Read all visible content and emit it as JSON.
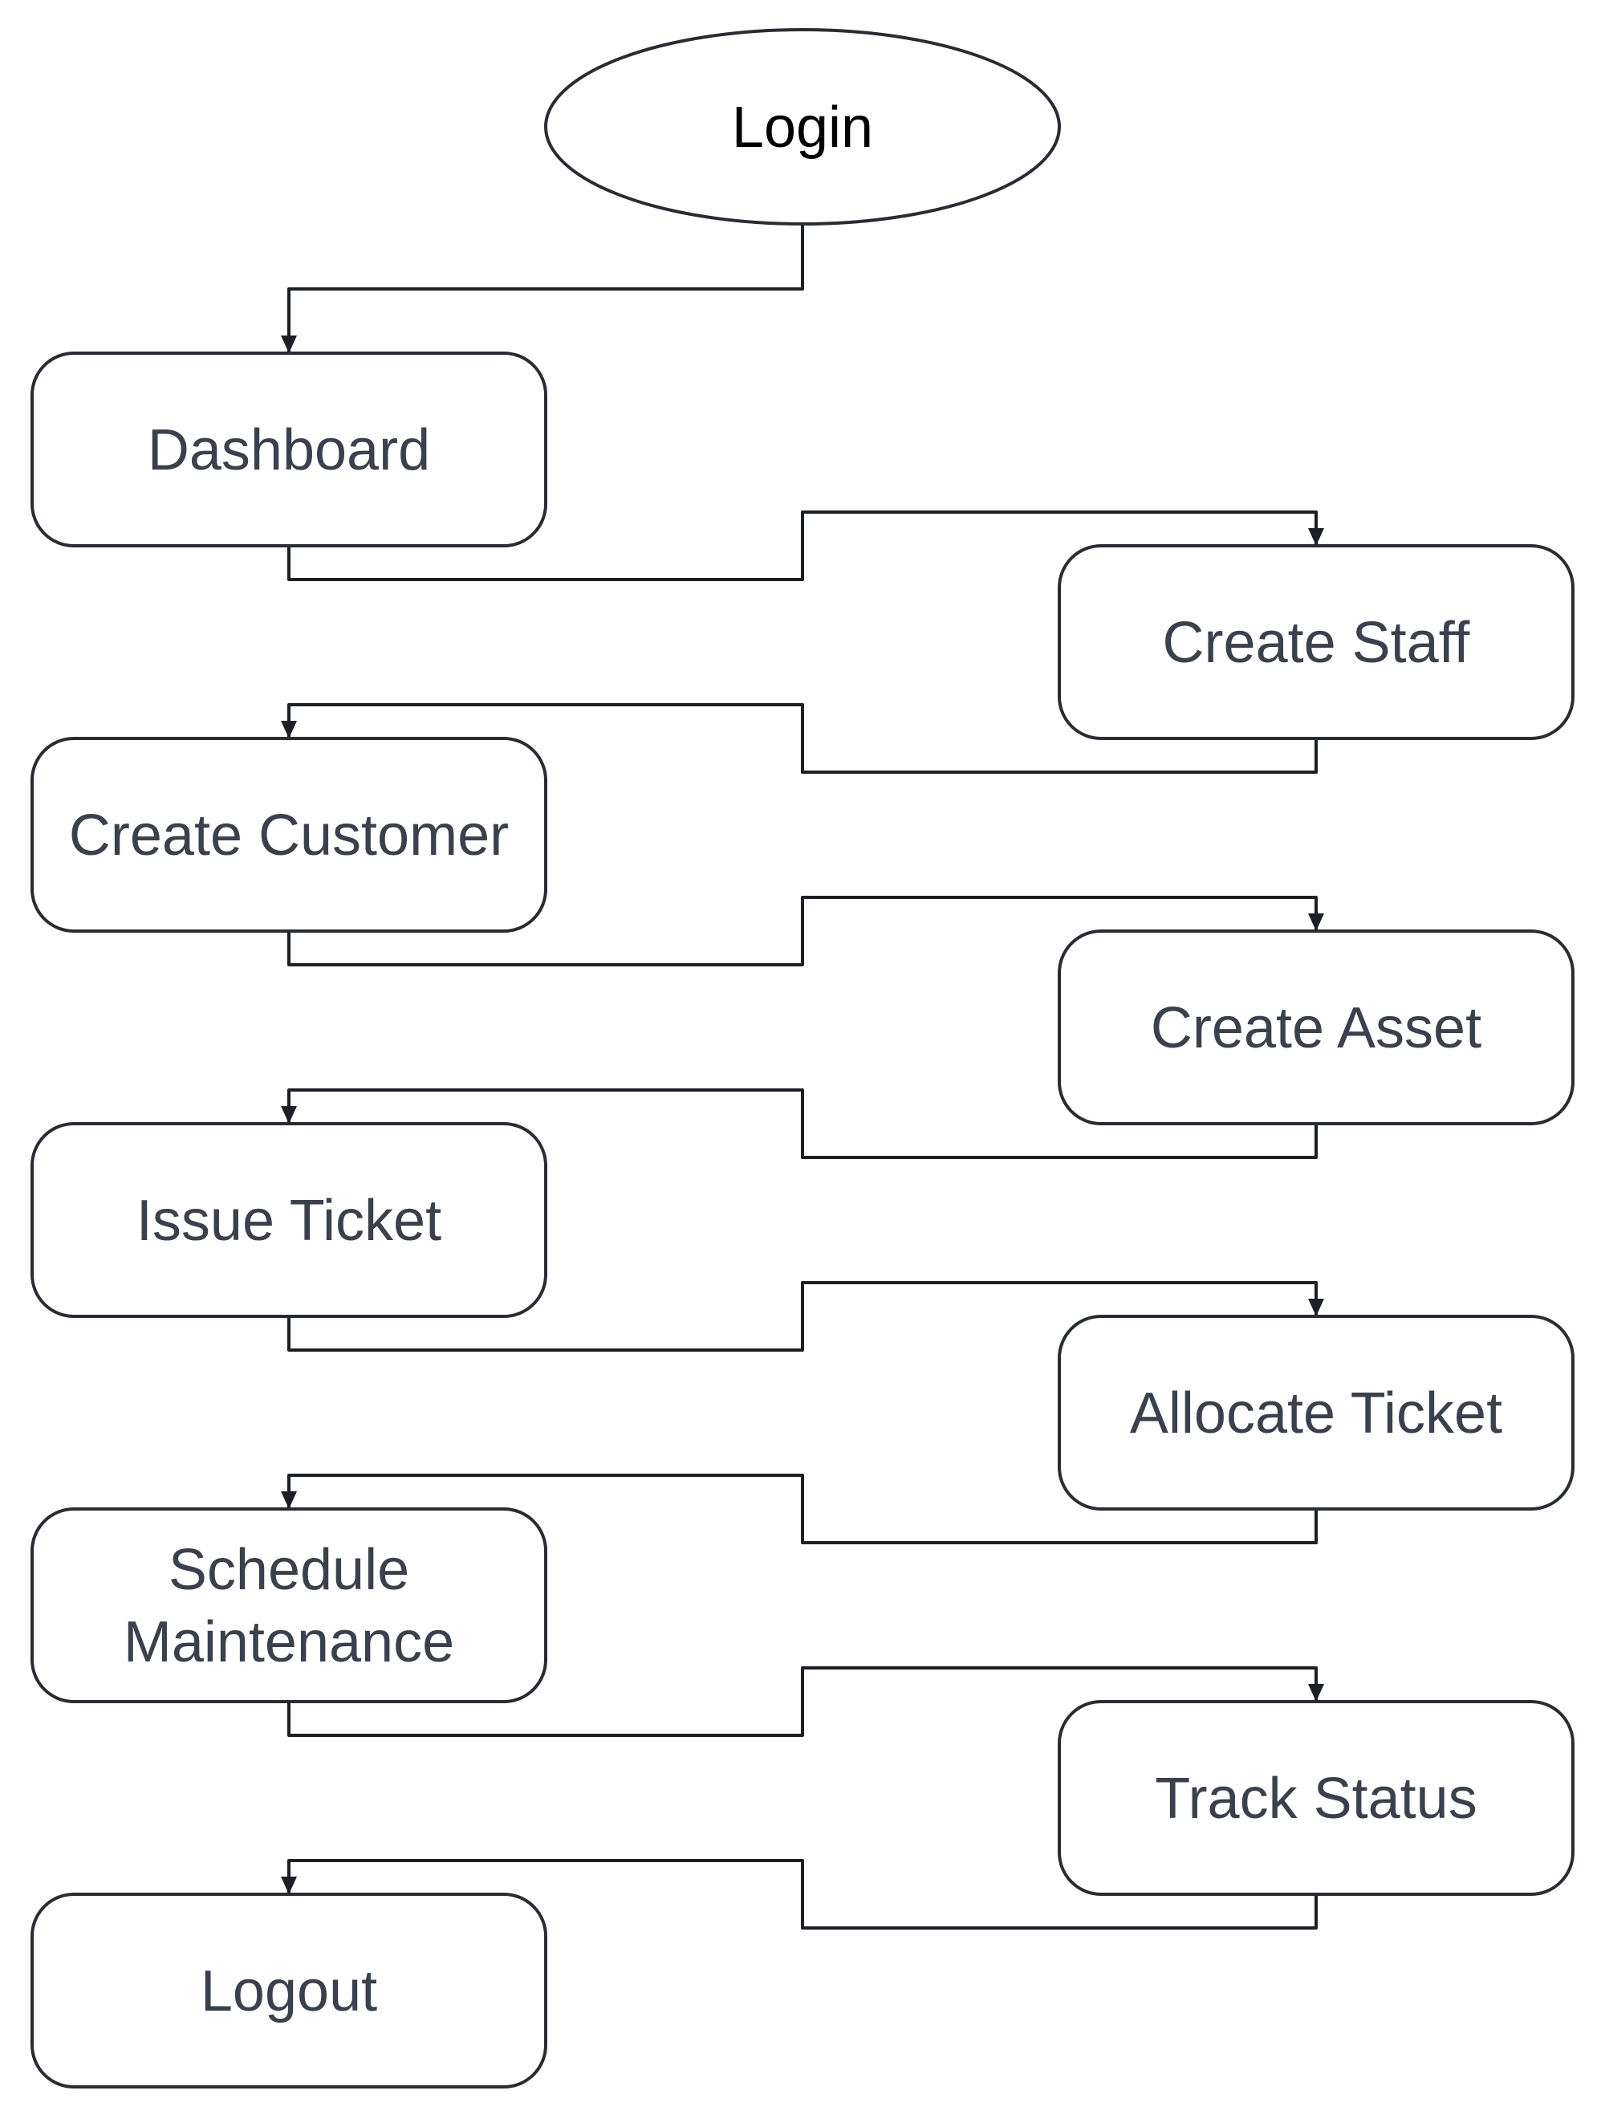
{
  "colors": {
    "node_stroke": "#282c33",
    "text": "#3a404c",
    "start_text": "#000000",
    "edge": "#1c1f24",
    "background": "#ffffff"
  },
  "nodes": [
    {
      "id": "login",
      "shape": "ellipse",
      "lines": [
        "Login"
      ]
    },
    {
      "id": "dashboard",
      "shape": "rounded-rect",
      "lines": [
        "Dashboard"
      ]
    },
    {
      "id": "create-staff",
      "shape": "rounded-rect",
      "lines": [
        "Create Staff"
      ]
    },
    {
      "id": "create-customer",
      "shape": "rounded-rect",
      "lines": [
        "Create Customer"
      ]
    },
    {
      "id": "create-asset",
      "shape": "rounded-rect",
      "lines": [
        "Create Asset"
      ]
    },
    {
      "id": "issue-ticket",
      "shape": "rounded-rect",
      "lines": [
        "Issue Ticket"
      ]
    },
    {
      "id": "allocate-ticket",
      "shape": "rounded-rect",
      "lines": [
        "Allocate Ticket"
      ]
    },
    {
      "id": "schedule-maintenance",
      "shape": "rounded-rect",
      "lines": [
        "Schedule",
        "Maintenance"
      ]
    },
    {
      "id": "track-status",
      "shape": "rounded-rect",
      "lines": [
        "Track Status"
      ]
    },
    {
      "id": "logout",
      "shape": "rounded-rect",
      "lines": [
        "Logout"
      ]
    }
  ],
  "edges": [
    {
      "from": "login",
      "to": "dashboard"
    },
    {
      "from": "dashboard",
      "to": "create-staff"
    },
    {
      "from": "create-staff",
      "to": "create-customer"
    },
    {
      "from": "create-customer",
      "to": "create-asset"
    },
    {
      "from": "create-asset",
      "to": "issue-ticket"
    },
    {
      "from": "issue-ticket",
      "to": "allocate-ticket"
    },
    {
      "from": "allocate-ticket",
      "to": "schedule-maintenance"
    },
    {
      "from": "schedule-maintenance",
      "to": "track-status"
    },
    {
      "from": "track-status",
      "to": "logout"
    }
  ]
}
